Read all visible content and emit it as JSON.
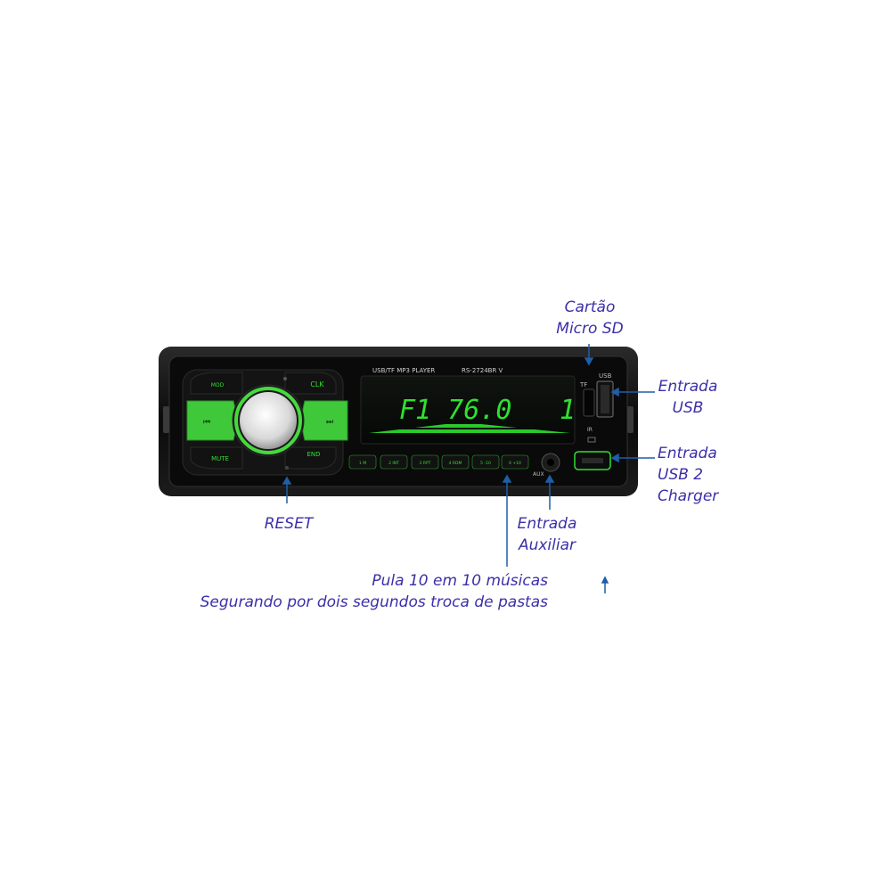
{
  "radio": {
    "header_left": "USB/TF  MP3  PLAYER",
    "header_right": "RS-2724BR V",
    "display_main": "F1   76.0",
    "display_channel": "1",
    "slot_tf": "TF",
    "slot_usb": "USB",
    "slot_ir": "IR",
    "aux_label": "AUX",
    "buttons": {
      "mod": "MOD",
      "clk": "CLK",
      "mute": "MUTE",
      "end": "END",
      "presets": [
        "1 M",
        "2 INT",
        "3 RPT",
        "4 RDM",
        "5 -10",
        "6 +10"
      ]
    },
    "colors": {
      "green": "#2fe02f",
      "body": "#0c0c0c",
      "label": "#3b2fa8",
      "arrow": "#1f5ea8"
    }
  },
  "annotations": {
    "cartao": [
      "Cartão",
      "Micro SD"
    ],
    "entrada_usb": [
      "Entrada",
      "USB"
    ],
    "entrada_usb2": [
      "Entrada",
      "USB 2",
      "Charger"
    ],
    "reset": "RESET",
    "entrada_aux": [
      "Entrada",
      "Auxiliar"
    ],
    "pula": "Pula 10 em 10 músicas",
    "segurando": "Segurando por dois segundos troca de pastas"
  }
}
